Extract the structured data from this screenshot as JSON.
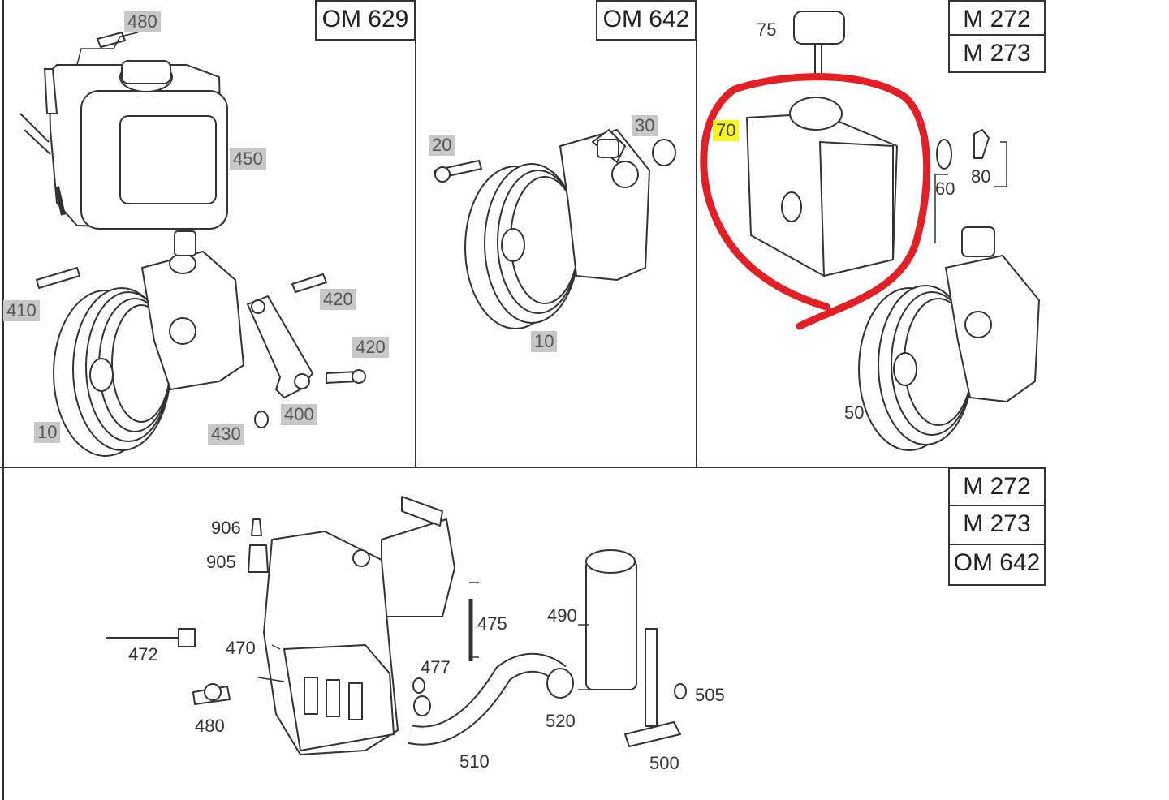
{
  "panels": {
    "top_left": {
      "engine": "OM 629",
      "parts": [
        "480",
        "450",
        "410",
        "420",
        "420",
        "10",
        "400",
        "430"
      ]
    },
    "top_middle": {
      "engine": "OM 642",
      "parts": [
        "20",
        "30",
        "10"
      ]
    },
    "top_right": {
      "engines": [
        "M 272",
        "M 273"
      ],
      "parts": [
        "75",
        "70",
        "60",
        "80",
        "50"
      ],
      "highlighted_part": "70",
      "highlight_color": "#f5f520",
      "annotation_color": "#e31e24"
    },
    "bottom": {
      "engines": [
        "M 272",
        "M 273",
        "OM 642"
      ],
      "parts": [
        "906",
        "905",
        "472",
        "470",
        "480",
        "475",
        "477",
        "490",
        "520",
        "505",
        "510",
        "500"
      ]
    }
  }
}
